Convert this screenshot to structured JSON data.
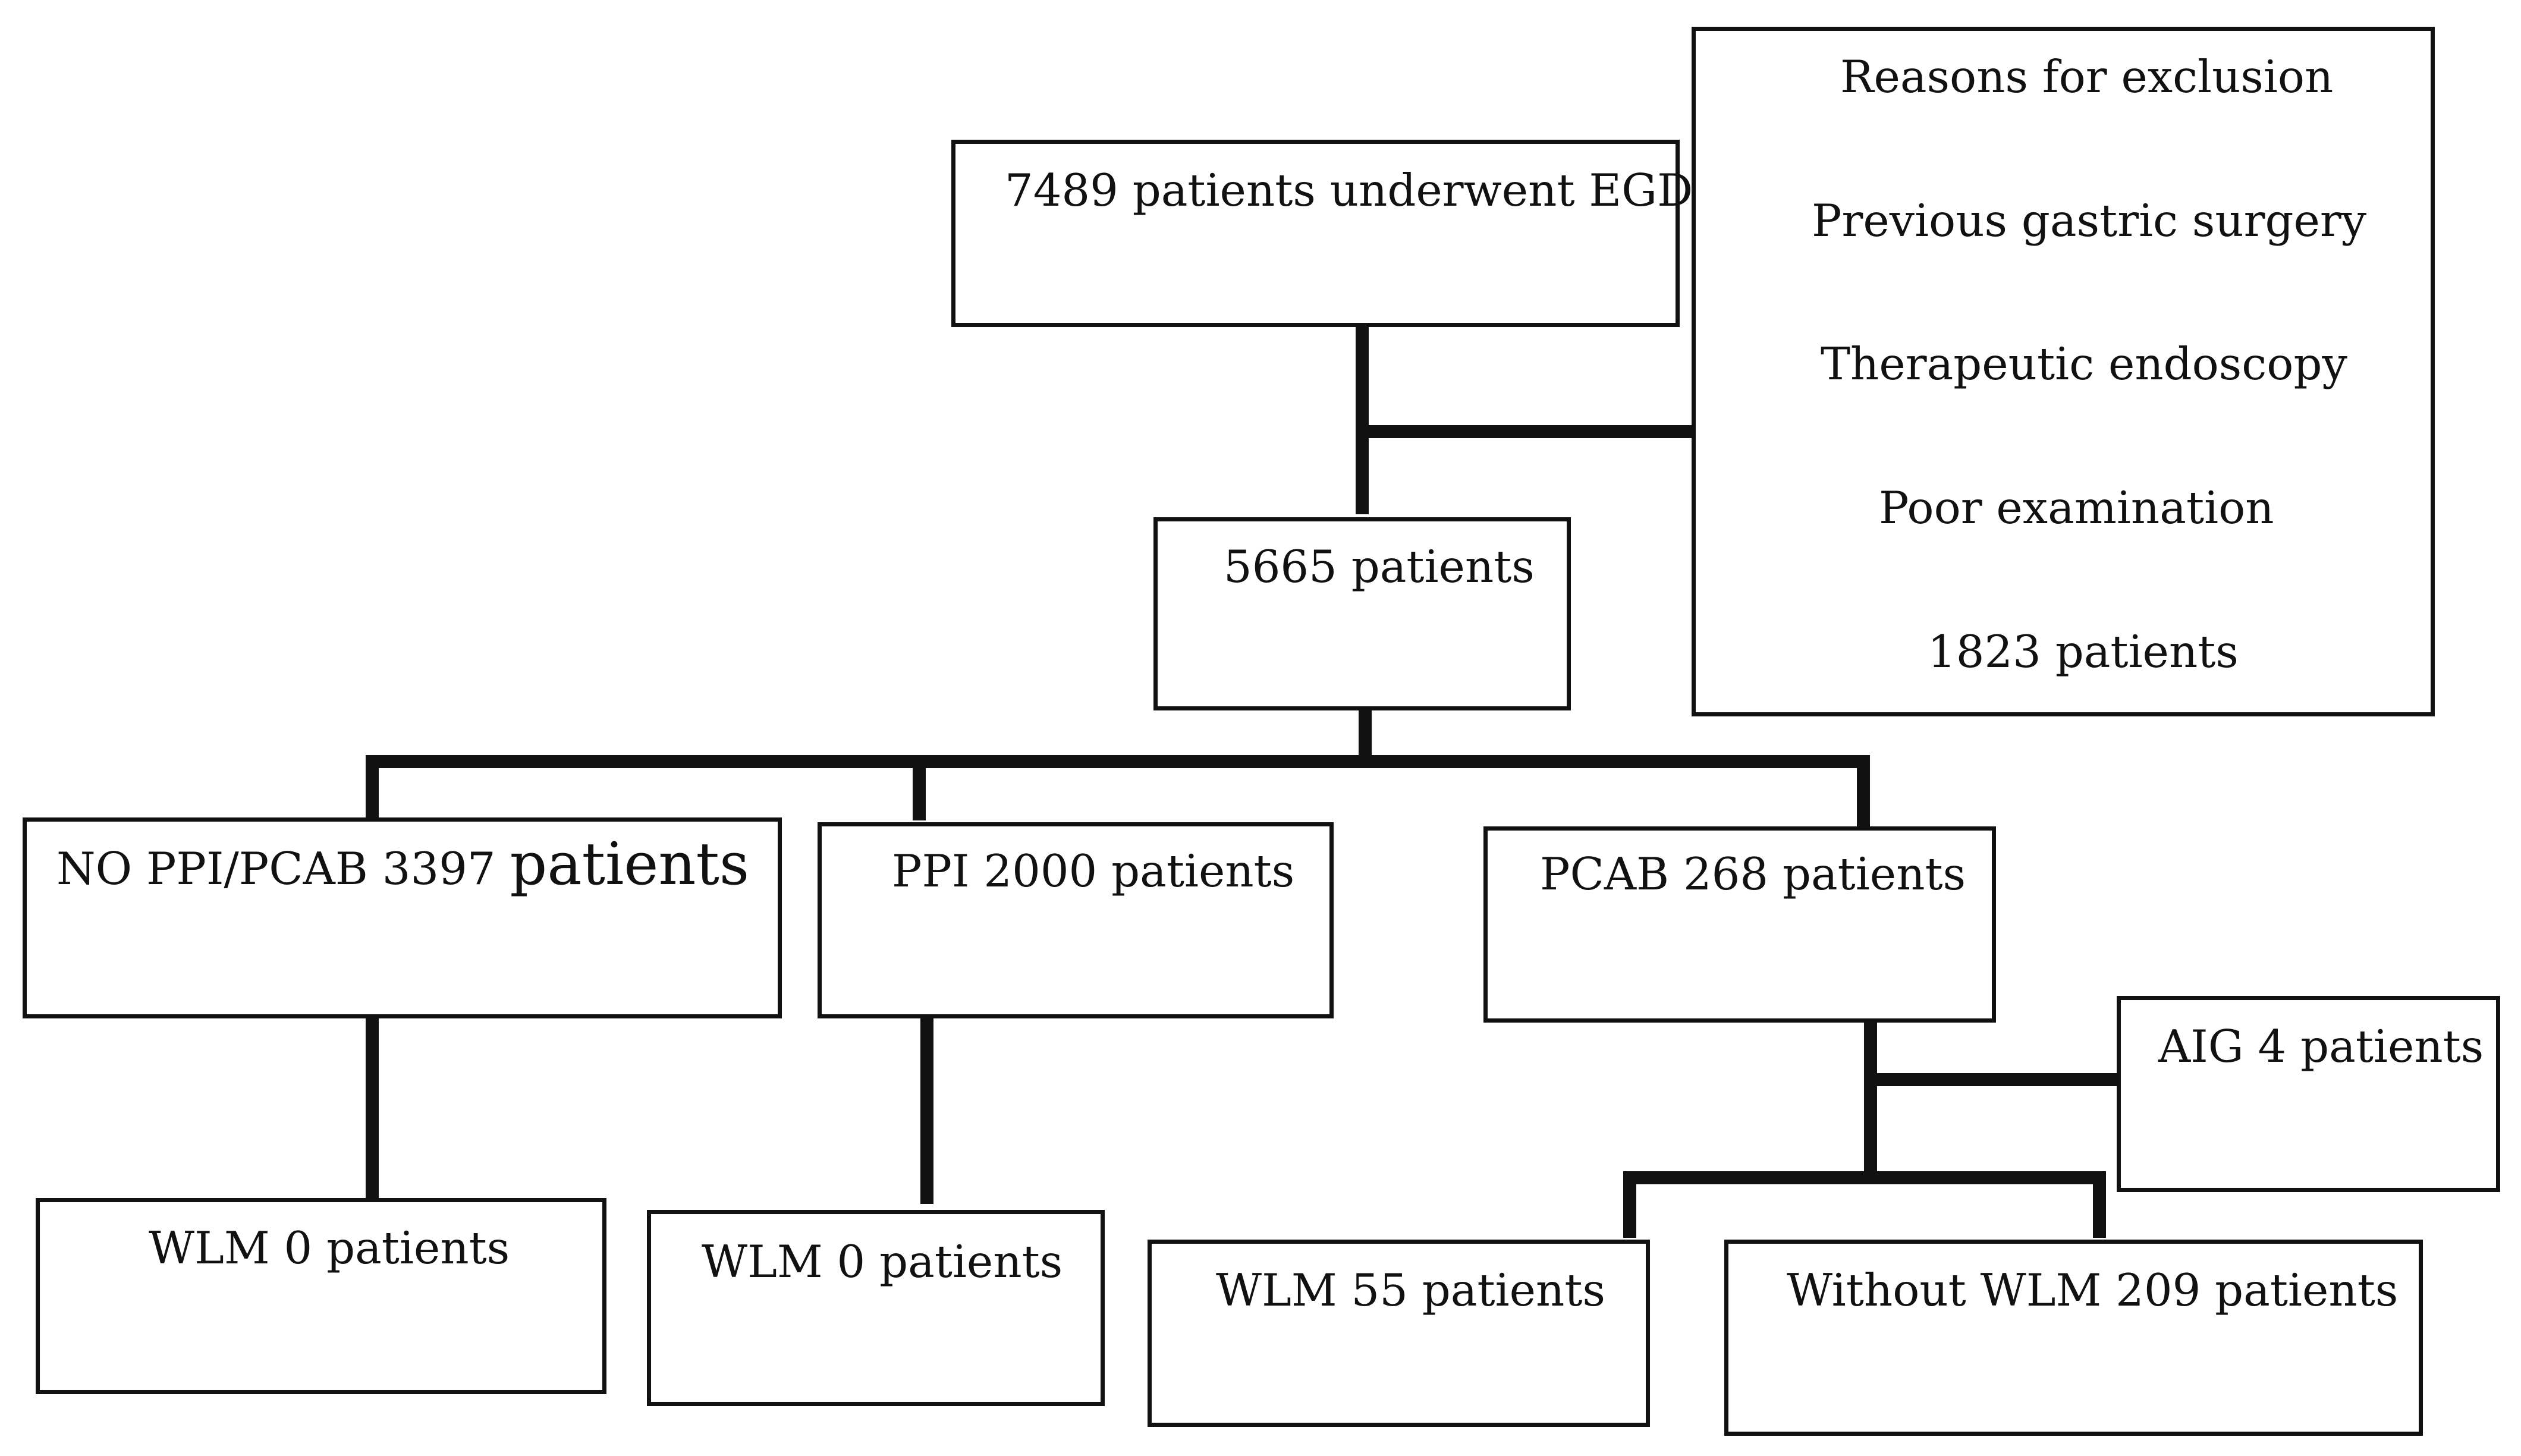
{
  "top": "7489 patients underwent EGD",
  "exclusion": {
    "title": "Reasons for exclusion",
    "reasons": [
      "Previous gastric surgery",
      "Therapeutic endoscopy",
      "Poor examination"
    ],
    "count": "1823 patients"
  },
  "middle": "5665 patients",
  "groups": {
    "no_ppi": {
      "label": "NO PPI/PCAB  3397",
      "suffix": "patients"
    },
    "ppi": "PPI  2000 patients",
    "pcab": "PCAB  268 patients"
  },
  "aig": "AIG 4 patients",
  "outcomes": {
    "no_ppi_wlm": "WLM  0 patients",
    "ppi_wlm": "WLM  0 patients",
    "pcab_wlm": "WLM  55 patients",
    "pcab_without": "Without WLM  209 patients"
  }
}
